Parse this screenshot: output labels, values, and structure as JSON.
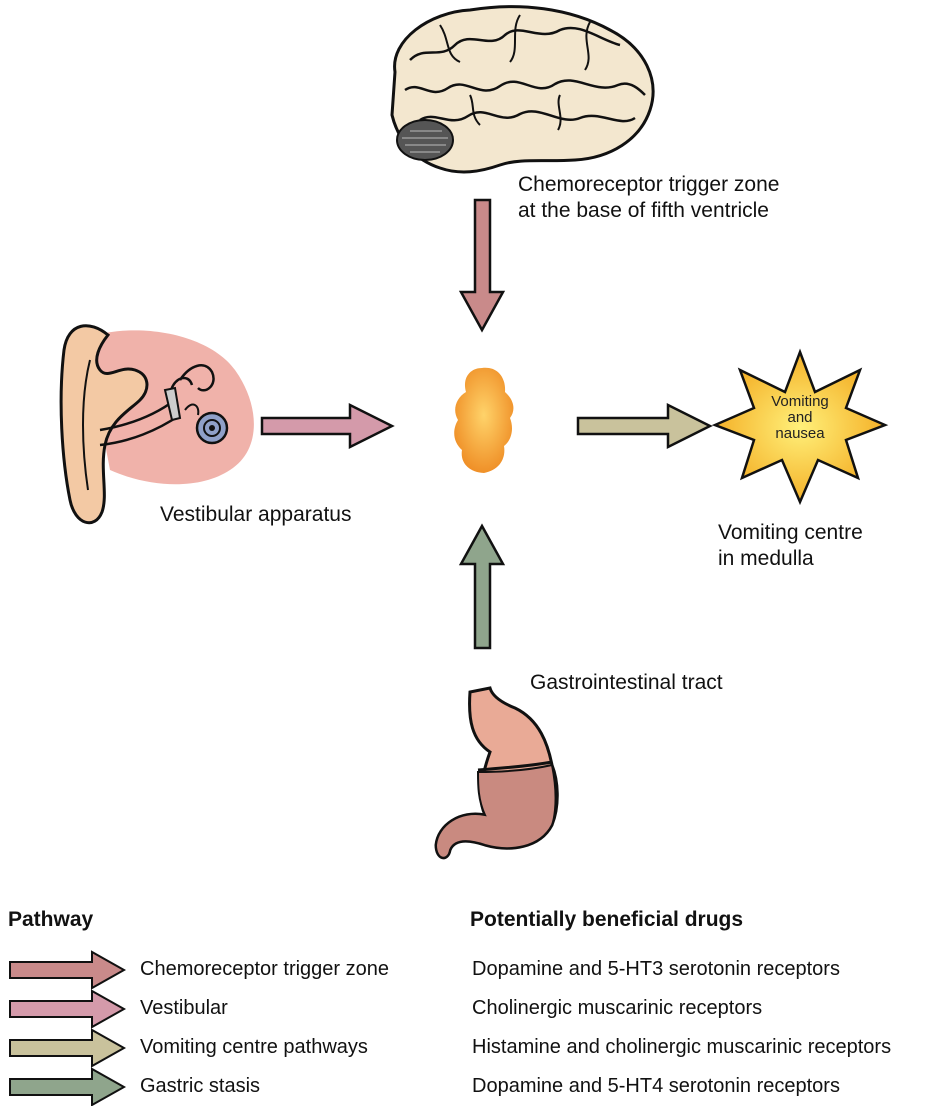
{
  "labels": {
    "ctz": [
      "Chemoreceptor trigger zone",
      "at the base of fifth ventricle"
    ],
    "vestibular": "Vestibular apparatus",
    "centre": [
      "Vomiting centre",
      "in medulla"
    ],
    "gi": "Gastrointestinal tract",
    "star": [
      "Vomiting",
      "and",
      "nausea"
    ]
  },
  "legend": {
    "pathway_header": "Pathway",
    "drugs_header": "Potentially beneficial drugs",
    "rows": [
      {
        "pathway": "Chemoreceptor trigger zone",
        "drugs": "Dopamine and 5-HT3 serotonin receptors",
        "color": "#c98a8a"
      },
      {
        "pathway": "Vestibular",
        "drugs": "Cholinergic muscarinic receptors",
        "color": "#d49aaa"
      },
      {
        "pathway": "Vomiting centre pathways",
        "drugs": "Histamine and cholinergic muscarinic receptors",
        "color": "#c9c29c"
      },
      {
        "pathway": "Gastric stasis",
        "drugs": "Dopamine and 5-HT4 serotonin receptors",
        "color": "#8fa58c"
      }
    ]
  },
  "colors": {
    "ctz_arrow": "#c98a8a",
    "vestibular_arrow": "#d49aaa",
    "centre_arrow": "#c9c29c",
    "gi_arrow": "#8fa58c",
    "medulla": "#f0a030",
    "star": "#f5b820",
    "ear_skin": "#f3c9a4",
    "ear_bg": "#f0b2aa",
    "brain": "#f3e7cf",
    "stomach": "#e9aa96"
  }
}
